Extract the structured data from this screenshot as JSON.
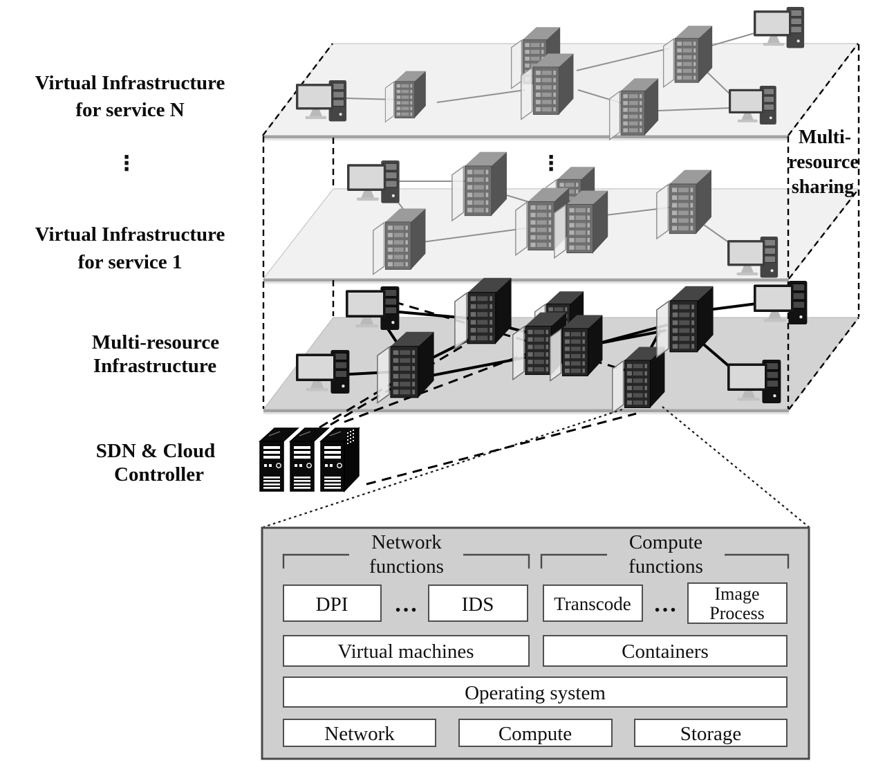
{
  "labels": {
    "vi_n_1": "Virtual Infrastructure",
    "vi_n_2": "for service N",
    "vi_1_1": "Virtual Infrastructure",
    "vi_1_2": "for service 1",
    "mri_1": "Multi-resource",
    "mri_2": "Infrastructure",
    "sdn_1": "SDN & Cloud",
    "sdn_2": "Controller",
    "share_1": "Multi-",
    "share_2": "resource",
    "share_3": "sharing",
    "vdots": "⋮"
  },
  "functions_panel": {
    "groups": [
      {
        "line1": "Network",
        "line2": "functions"
      },
      {
        "line1": "Compute",
        "line2": "functions"
      }
    ],
    "function_boxes": {
      "dpi": "DPI",
      "ids": "IDS",
      "transcode": "Transcode",
      "image_1": "Image",
      "image_2": "Process",
      "hdots": "…"
    },
    "platform_boxes": {
      "vm": "Virtual machines",
      "containers": "Containers",
      "os": "Operating system"
    },
    "resource_boxes": {
      "network": "Network",
      "compute": "Compute",
      "storage": "Storage"
    }
  },
  "icons": {
    "computer": "desktop-computer-icon",
    "server": "server-rack-icon",
    "controller": "controller-tower-icon"
  },
  "colors": {
    "plane_light": "#f1f1f1",
    "plane_dark": "#d3d3d3",
    "panel_bg": "#cfcfcf",
    "box_bg": "#ffffff",
    "link_black": "#000000",
    "link_gray": "#8f8f8f",
    "server_mid": "#6f6f6f",
    "server_dark": "#262626"
  }
}
